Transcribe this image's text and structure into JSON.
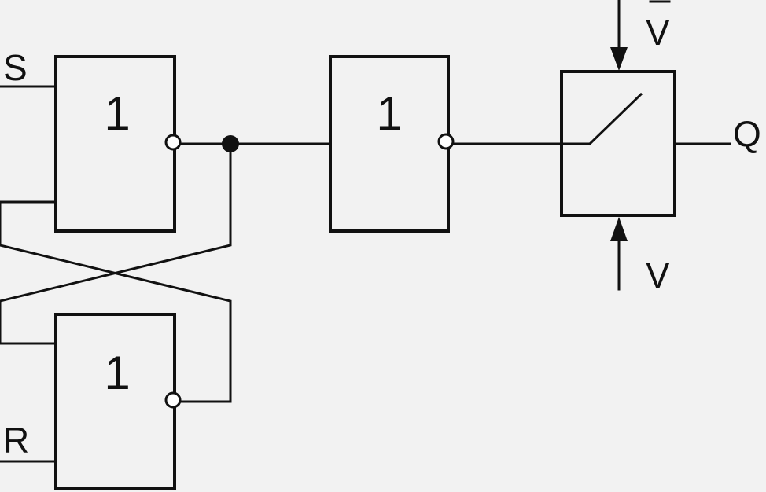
{
  "colors": {
    "background": "#f2f2f2",
    "ink": "#111111",
    "bubble_fill": "#ffffff"
  },
  "gates": {
    "gate_s": {
      "label": "1"
    },
    "gate_r": {
      "label": "1"
    },
    "gate_inv": {
      "label": "1"
    }
  },
  "labels": {
    "input_s": "S",
    "input_r": "R",
    "output_q": "Q",
    "supply_top": "V",
    "supply_top_overbar": true,
    "supply_bottom": "V"
  }
}
